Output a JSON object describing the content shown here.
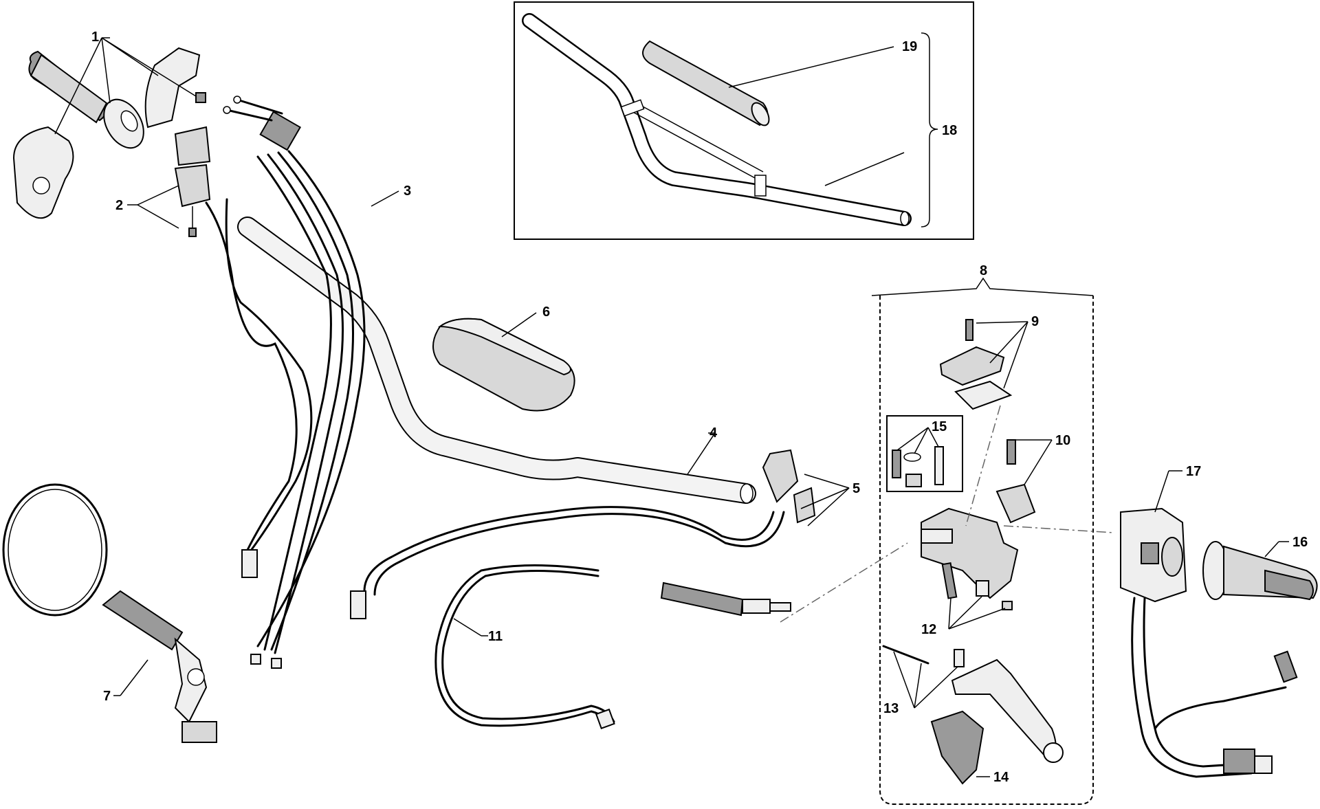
{
  "callouts": {
    "c1": "1",
    "c2": "2",
    "c3": "3",
    "c4": "4",
    "c5": "5",
    "c6": "6",
    "c7": "7",
    "c8": "8",
    "c9": "9",
    "c10": "10",
    "c11": "11",
    "c12": "12",
    "c13": "13",
    "c14": "14",
    "c15": "15",
    "c16": "16",
    "c17": "17",
    "c18": "18",
    "c19": "19"
  },
  "colors": {
    "line": "#000000",
    "part_fill": "#d8d8d8",
    "part_dark": "#9a9a9a",
    "background": "#ffffff"
  }
}
